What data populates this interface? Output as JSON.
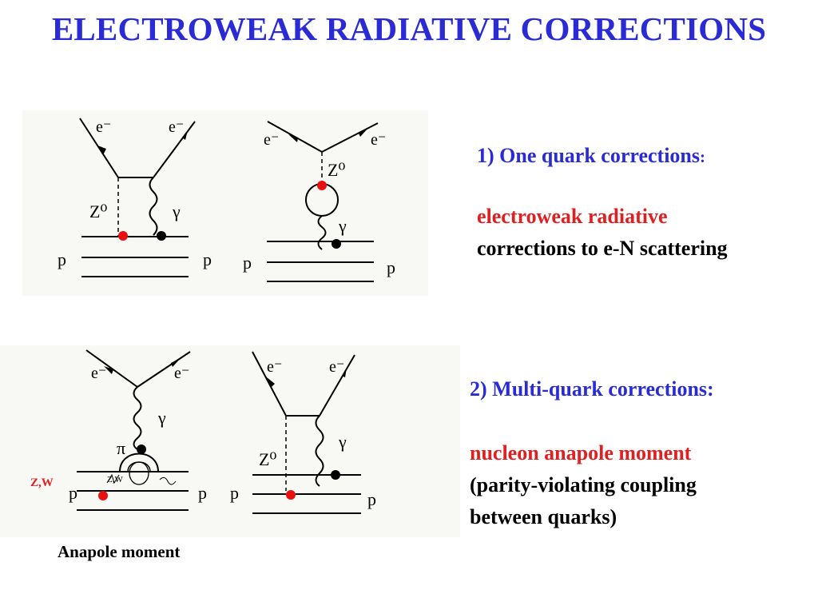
{
  "slide": {
    "title": "ELECTROWEAK RADIATIVE CORRECTIONS"
  },
  "section1": {
    "heading": "1) One quark corrections",
    "heading_colon": ":",
    "line1": "electroweak radiative",
    "line2": "corrections to e-N scattering"
  },
  "section2": {
    "heading": "2) Multi-quark corrections:",
    "line1": "nucleon anapole moment",
    "line2": "(parity-violating coupling",
    "line3": "between quarks)"
  },
  "diagrams": {
    "electron": "e⁻",
    "proton": "p",
    "z_boson": "Z⁰",
    "photon": "γ",
    "pion": "π",
    "zw_small": "Z,W",
    "zw_label": "Z,W",
    "anapole_caption": "Anapole moment"
  },
  "colors": {
    "title_blue": "#2b2bd6",
    "highlight_red": "#e02020",
    "vertex_red": "#e81010",
    "vertex_black": "#000000"
  }
}
